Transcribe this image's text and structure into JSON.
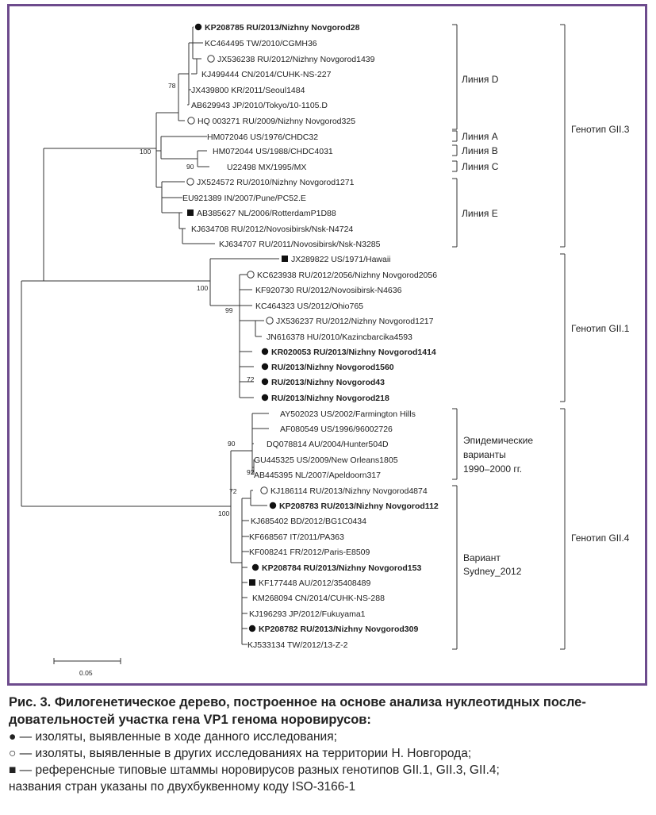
{
  "leaves": [
    {
      "label": "KP208785 RU/2013/Nizhny Novgorod28",
      "bold": true,
      "marker": "filled"
    },
    {
      "label": "KC464495 TW/2010/CGMH36",
      "bold": false,
      "marker": ""
    },
    {
      "label": "JX536238 RU/2012/Nizhny Novgorod1439",
      "bold": false,
      "marker": "open"
    },
    {
      "label": "KJ499444 CN/2014/CUHK-NS-227",
      "bold": false,
      "marker": ""
    },
    {
      "label": "JX439800 KR/2011/Seoul1484",
      "bold": false,
      "marker": ""
    },
    {
      "label": "AB629943 JP/2010/Tokyo/10-1105.D",
      "bold": false,
      "marker": ""
    },
    {
      "label": "HQ 003271 RU/2009/Nizhny Novgorod325",
      "bold": false,
      "marker": "open"
    },
    {
      "label": "HM072046 US/1976/CHDC32",
      "bold": false,
      "marker": ""
    },
    {
      "label": "HM072044 US/1988/CHDC4031",
      "bold": false,
      "marker": ""
    },
    {
      "label": "U22498 MX/1995/MX",
      "bold": false,
      "marker": ""
    },
    {
      "label": "JX524572 RU/2010/Nizhny Novgorod1271",
      "bold": false,
      "marker": "open"
    },
    {
      "label": "EU921389 IN/2007/Pune/PC52.E",
      "bold": false,
      "marker": ""
    },
    {
      "label": "AB385627 NL/2006/RotterdamP1D88",
      "bold": false,
      "marker": "square"
    },
    {
      "label": "KJ634708 RU/2012/Novosibirsk/Nsk-N4724",
      "bold": false,
      "marker": ""
    },
    {
      "label": "KJ634707 RU/2011/Novosibirsk/Nsk-N3285",
      "bold": false,
      "marker": ""
    },
    {
      "label": "JX289822 US/1971/Hawaii",
      "bold": false,
      "marker": "square"
    },
    {
      "label": "KC623938 RU/2012/2056/Nizhny Novgorod2056",
      "bold": false,
      "marker": "open"
    },
    {
      "label": "KF920730 RU/2012/Novosibirsk-N4636",
      "bold": false,
      "marker": ""
    },
    {
      "label": "KC464323 US/2012/Ohio765",
      "bold": false,
      "marker": ""
    },
    {
      "label": "JX536237 RU/2012/Nizhny Novgorod1217",
      "bold": false,
      "marker": "open"
    },
    {
      "label": "JN616378 HU/2010/Kazincbarcika4593",
      "bold": false,
      "marker": ""
    },
    {
      "label": "KR020053 RU/2013/Nizhny Novgorod1414",
      "bold": true,
      "marker": "filled"
    },
    {
      "label": "RU/2013/Nizhny Novgorod1560",
      "bold": true,
      "marker": "filled"
    },
    {
      "label": "RU/2013/Nizhny Novgorod43",
      "bold": true,
      "marker": "filled"
    },
    {
      "label": "RU/2013/Nizhny Novgorod218",
      "bold": true,
      "marker": "filled"
    },
    {
      "label": "AY502023 US/2002/Farmington Hills",
      "bold": false,
      "marker": ""
    },
    {
      "label": "AF080549 US/1996/96002726",
      "bold": false,
      "marker": ""
    },
    {
      "label": "DQ078814 AU/2004/Hunter504D",
      "bold": false,
      "marker": ""
    },
    {
      "label": "GU445325 US/2009/New Orleans1805",
      "bold": false,
      "marker": ""
    },
    {
      "label": "AB445395 NL/2007/Apeldoorn317",
      "bold": false,
      "marker": ""
    },
    {
      "label": "KJ186114 RU/2013/Nizhny Novgorod4874",
      "bold": false,
      "marker": "open"
    },
    {
      "label": "KP208783 RU/2013/Nizhny Novgorod112",
      "bold": true,
      "marker": "filled"
    },
    {
      "label": "KJ685402 BD/2012/BG1C0434",
      "bold": false,
      "marker": ""
    },
    {
      "label": "KF668567 IT/2011/PA363",
      "bold": false,
      "marker": ""
    },
    {
      "label": "KF008241 FR/2012/Paris-E8509",
      "bold": false,
      "marker": ""
    },
    {
      "label": "KP208784 RU/2013/Nizhny Novgorod153",
      "bold": true,
      "marker": "filled"
    },
    {
      "label": "KF177448 AU/2012/35408489",
      "bold": false,
      "marker": "square"
    },
    {
      "label": "KM268094 CN/2014/CUHK-NS-288",
      "bold": false,
      "marker": ""
    },
    {
      "label": "KJ196293 JP/2012/Fukuyama1",
      "bold": false,
      "marker": ""
    },
    {
      "label": "KP208782 RU/2013/Nizhny Novgorod309",
      "bold": true,
      "marker": "filled"
    },
    {
      "label": "KJ533134 TW/2012/13-Z-2",
      "bold": false,
      "marker": ""
    }
  ],
  "bootstrap": [
    "78",
    "100",
    "90",
    "100",
    "99",
    "72",
    "90",
    "92",
    "72",
    "100"
  ],
  "groups": {
    "lineage_d": "Линия D",
    "lineage_a": "Линия A",
    "lineage_b": "Линия B",
    "lineage_c": "Линия C",
    "lineage_e": "Линия E",
    "epidemic": [
      "Эпидемические",
      "варианты",
      "1990–2000 гг."
    ],
    "sydney": [
      "Вариант",
      "Sydney_2012"
    ],
    "genotype_gii3": "Генотип GII.3",
    "genotype_gii1": "Генотип GII.1",
    "genotype_gii4": "Генотип GII.4"
  },
  "scale_label": "0.05",
  "caption": {
    "title": "Рис. 3. Филогенетическое дерево, построенное на основе анализа нуклеотидных после-довательностей участка гена VP1 генома норовирусов:",
    "lines": [
      "● — изоляты, выявленные в ходе данного исследования;",
      "○ — изоляты, выявленные в других исследованиях на территории Н. Новгорода;",
      "■ — референсные типовые штаммы норовирусов разных генотипов GII.1, GII.3, GII.4;",
      "названия стран указаны по двухбуквенному коду ISO-3166-1"
    ]
  }
}
